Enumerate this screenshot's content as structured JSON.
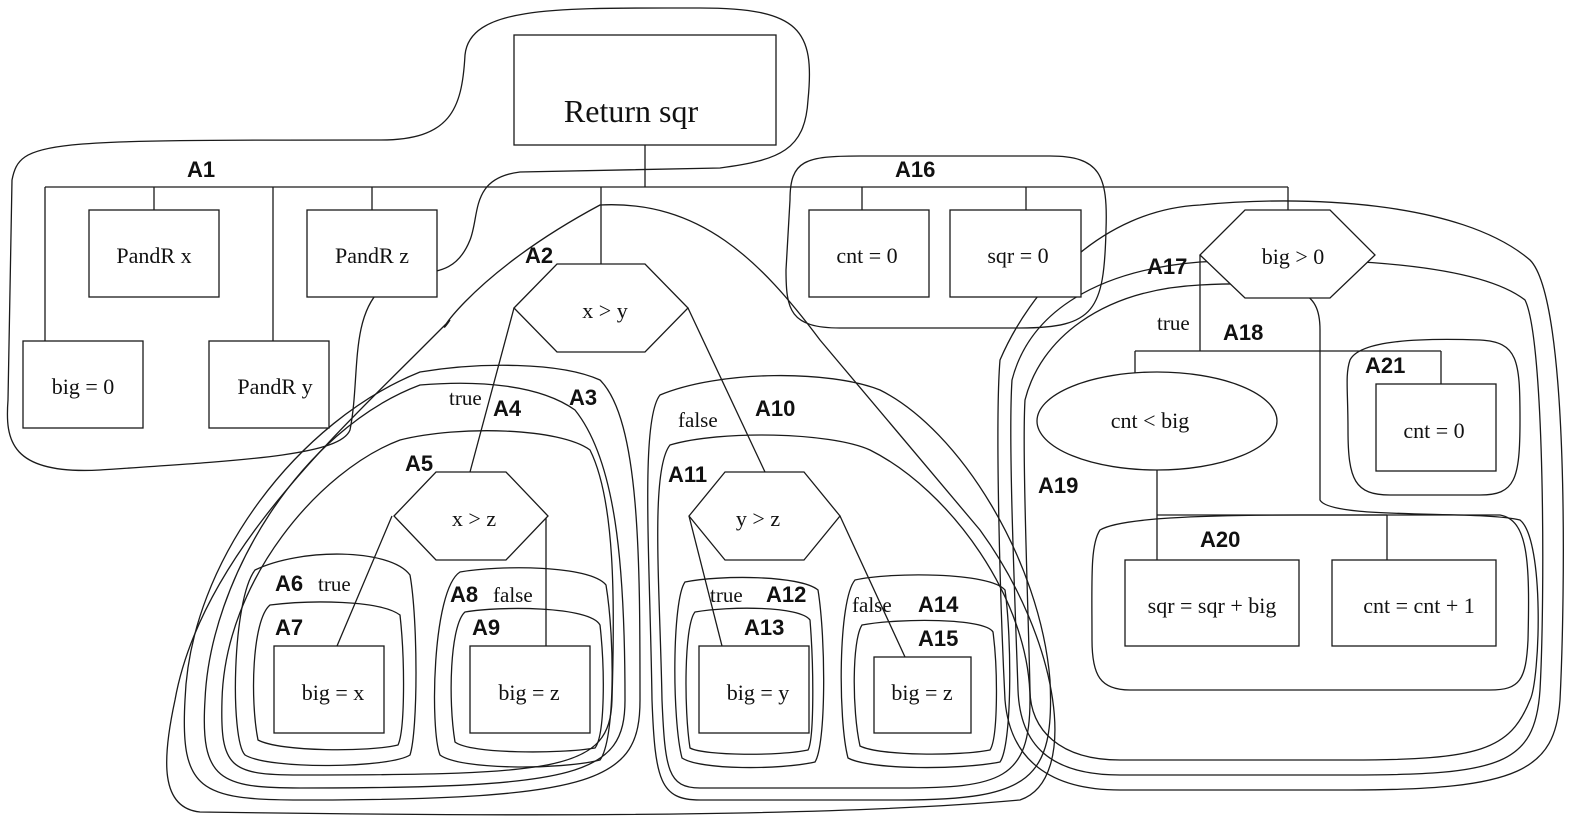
{
  "nodes": {
    "return": "Return sqr",
    "pandr_x": "PandR x",
    "pandr_z": "PandR z",
    "pandr_y": "PandR y",
    "big0": "big = 0",
    "cnt0_a": "cnt = 0",
    "sqr0": "sqr = 0",
    "x_gt_y": "x > y",
    "x_gt_z": "x > z",
    "y_gt_z": "y > z",
    "big_x": "big = x",
    "big_z_a": "big = z",
    "big_y": "big = y",
    "big_z_b": "big = z",
    "big_gt_0": "big > 0",
    "cnt_lt_big": "cnt < big",
    "sqr_add": "sqr = sqr + big",
    "cnt_inc": "cnt = cnt + 1",
    "cnt0_b": "cnt = 0"
  },
  "edge_labels": {
    "true_x_gt_y": "true",
    "false_x_gt_y": "false",
    "true_x_gt_z": "true",
    "false_x_gt_z": "false",
    "true_y_gt_z": "true",
    "false_y_gt_z": "false",
    "true_big_gt_0": "true"
  },
  "regions": {
    "a1": "A1",
    "a2": "A2",
    "a3": "A3",
    "a4": "A4",
    "a5": "A5",
    "a6": "A6",
    "a7": "A7",
    "a8": "A8",
    "a9": "A9",
    "a10": "A10",
    "a11": "A11",
    "a12": "A12",
    "a13": "A13",
    "a14": "A14",
    "a15": "A15",
    "a16": "A16",
    "a17": "A17",
    "a18": "A18",
    "a19": "A19",
    "a20": "A20",
    "a21": "A21"
  }
}
